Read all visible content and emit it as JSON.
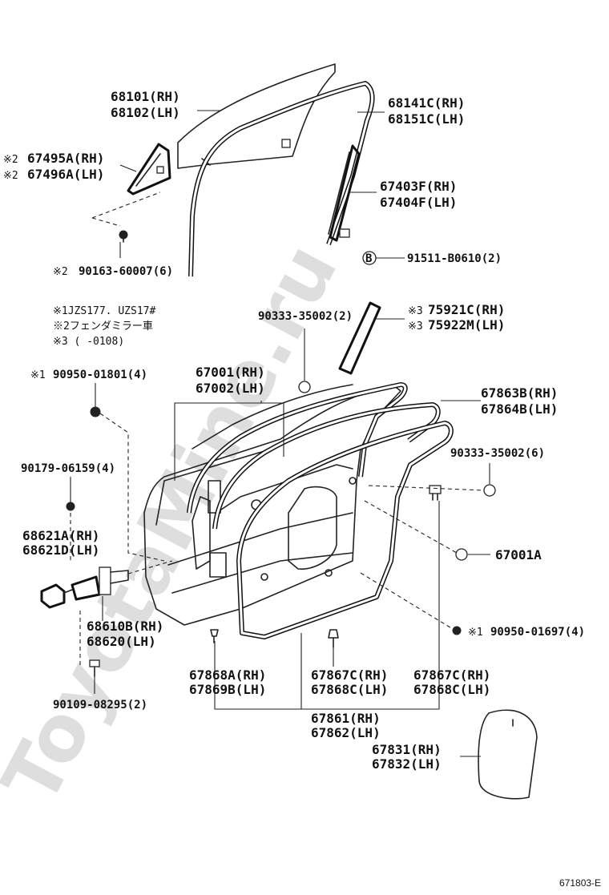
{
  "watermark": "ToyotaMine.ru",
  "footer_code": "671803-E",
  "notes": [
    "※1JZS177. UZS17#",
    "※2フェンダミラー車",
    "※3 (       -0108)"
  ],
  "parts": {
    "p68101": "68101(RH)",
    "p68102": "68102(LH)",
    "p68141c": "68141C(RH)",
    "p68151c": "68151C(LH)",
    "p67495a": "67495A(RH)",
    "p67496a": "67496A(LH)",
    "p67495a_mark": "※2",
    "p67496a_mark": "※2",
    "p67403f": "67403F(RH)",
    "p67404f": "67404F(LH)",
    "p91511": "91511-B0610(2)",
    "p91511_mark": "B",
    "p90163": "90163-60007(6)",
    "p90163_mark": "※2",
    "p90333a": "90333-35002(2)",
    "p75921c": "75921C(RH)",
    "p75922m": "75922M(LH)",
    "p75921c_mark": "※3",
    "p75922m_mark": "※3",
    "p90950a": "90950-01801(4)",
    "p90950a_mark": "※1",
    "p67001": "67001(RH)",
    "p67002": "67002(LH)",
    "p67863b": "67863B(RH)",
    "p67864b": "67864B(LH)",
    "p90333b": "90333-35002(6)",
    "p90179": "90179-06159(4)",
    "p68621a": "68621A(RH)",
    "p68621d": "68621D(LH)",
    "p67001a": "67001A",
    "p68610b": "68610B(RH)",
    "p68620": "68620(LH)",
    "p90950b": "90950-01697(4)",
    "p90950b_mark": "※1",
    "p67868a": "67868A(RH)",
    "p67869b": "67869B(LH)",
    "p67867c_1": "67867C(RH)",
    "p67868c_1": "67868C(LH)",
    "p67867c_2": "67867C(RH)",
    "p67868c_2": "67868C(LH)",
    "p90109": "90109-08295(2)",
    "p67861": "67861(RH)",
    "p67862": "67862(LH)",
    "p67831": "67831(RH)",
    "p67832": "67832(LH)"
  }
}
